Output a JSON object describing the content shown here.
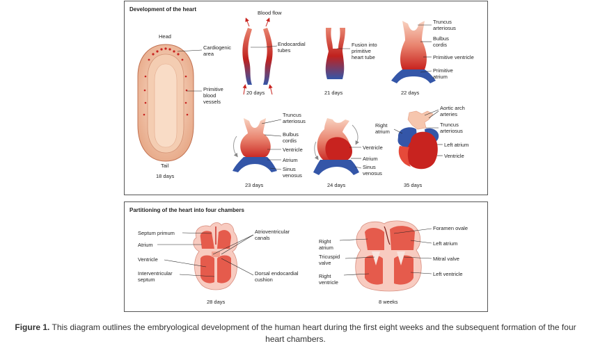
{
  "top_panel": {
    "title": "Development of the heart",
    "head": "Head",
    "cardiogenic_area": [
      "Cardiogenic",
      "area"
    ],
    "primitive_blood_vessels": [
      "Primitive",
      "blood",
      "vessels"
    ],
    "tail": "Tail",
    "day18": "18 days",
    "blood_flow": "Blood flow",
    "endocardial_tubes": [
      "Endocardial",
      "tubes"
    ],
    "day20": "20 days",
    "fusion": [
      "Fusion into",
      "primitive",
      "heart tube"
    ],
    "day21": "21 days",
    "s22_truncus": [
      "Truncus",
      "arteriosus"
    ],
    "s22_bulbus": [
      "Bulbus",
      "cordis"
    ],
    "s22_ventricle": "Primitive ventricle",
    "s22_atrium": [
      "Primitive",
      "atrium"
    ],
    "day22": "22 days",
    "s23_truncus": [
      "Truncus",
      "arteriosus"
    ],
    "s23_bulbus": [
      "Bulbus",
      "cordis"
    ],
    "s23_ventricle": "Ventricle",
    "s23_atrium": "Atrium",
    "s23_sinus": [
      "Sinus",
      "venosus"
    ],
    "day23": "23 days",
    "s24_ventricle": "Ventricle",
    "s24_atrium": "Atrium",
    "s24_sinus": [
      "Sinus",
      "venosus"
    ],
    "day24": "24 days",
    "s35_aortic": [
      "Aortic arch",
      "arteries"
    ],
    "s35_right_atrium": [
      "Right",
      "atrium"
    ],
    "s35_truncus": [
      "Truncus",
      "arteriosus"
    ],
    "s35_left_atrium": "Left atrium",
    "s35_ventricle": "Ventricle",
    "day35": "35 days"
  },
  "bottom_panel": {
    "title": "Partitioning of the heart into four chambers",
    "septum_primum": "Septum primum",
    "atrium": "Atrium",
    "ventricle": "Ventricle",
    "interventricular_septum": [
      "Interventricular",
      "septum"
    ],
    "av_canals": [
      "Atrioventricular",
      "canals"
    ],
    "dorsal_cushion": [
      "Dorsal endocardial",
      "cushion"
    ],
    "day28": "28 days",
    "foramen_ovale": "Foramen ovale",
    "right_atrium": [
      "Right",
      "atrium"
    ],
    "left_atrium": "Left atrium",
    "tricuspid": [
      "Tricuspid",
      "valve"
    ],
    "mitral": "Mitral valve",
    "right_ventricle": [
      "Right",
      "ventricle"
    ],
    "left_ventricle": "Left ventricle",
    "weeks8": "8 weeks"
  },
  "caption": {
    "label": "Figure 1.",
    "text": " This diagram outlines the embryological development of the human heart during the first eight weeks and the subsequent formation of the four heart chambers."
  },
  "colors": {
    "red": "#c8231f",
    "blue": "#3456a8",
    "tan": "#f2c7a8",
    "pink": "#f19a8c"
  }
}
